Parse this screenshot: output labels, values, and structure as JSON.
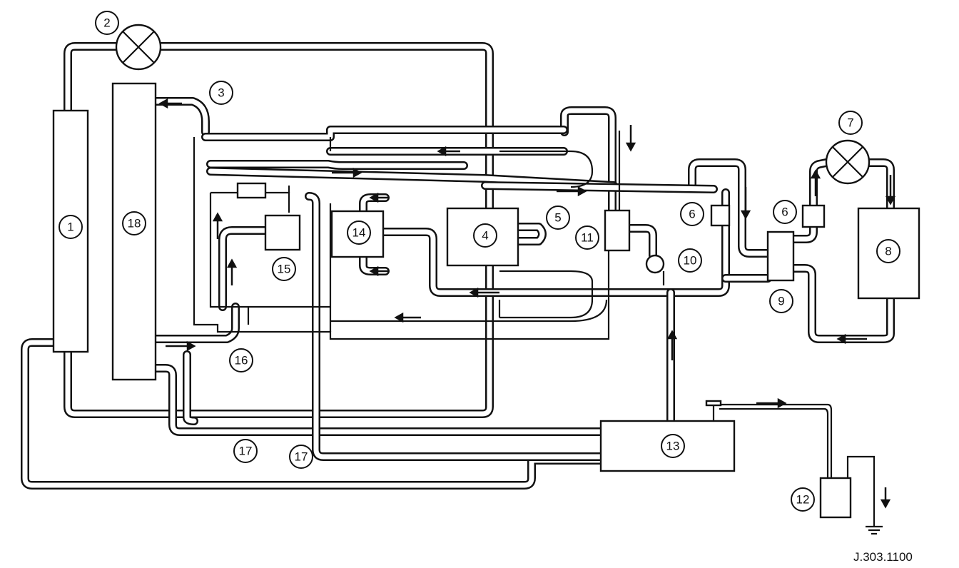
{
  "callouts": [
    {
      "id": "c1",
      "label": "1"
    },
    {
      "id": "c2",
      "label": "2"
    },
    {
      "id": "c3",
      "label": "3"
    },
    {
      "id": "c4",
      "label": "4"
    },
    {
      "id": "c5",
      "label": "5"
    },
    {
      "id": "c6a",
      "label": "6"
    },
    {
      "id": "c6b",
      "label": "6"
    },
    {
      "id": "c7",
      "label": "7"
    },
    {
      "id": "c8",
      "label": "8"
    },
    {
      "id": "c9",
      "label": "9"
    },
    {
      "id": "c10",
      "label": "10"
    },
    {
      "id": "c11",
      "label": "11"
    },
    {
      "id": "c12",
      "label": "12"
    },
    {
      "id": "c13",
      "label": "13"
    },
    {
      "id": "c14",
      "label": "14"
    },
    {
      "id": "c15",
      "label": "15"
    },
    {
      "id": "c16",
      "label": "16"
    },
    {
      "id": "c17a",
      "label": "17"
    },
    {
      "id": "c17b",
      "label": "17"
    },
    {
      "id": "c18",
      "label": "18"
    }
  ],
  "reference": "J.303.1100"
}
